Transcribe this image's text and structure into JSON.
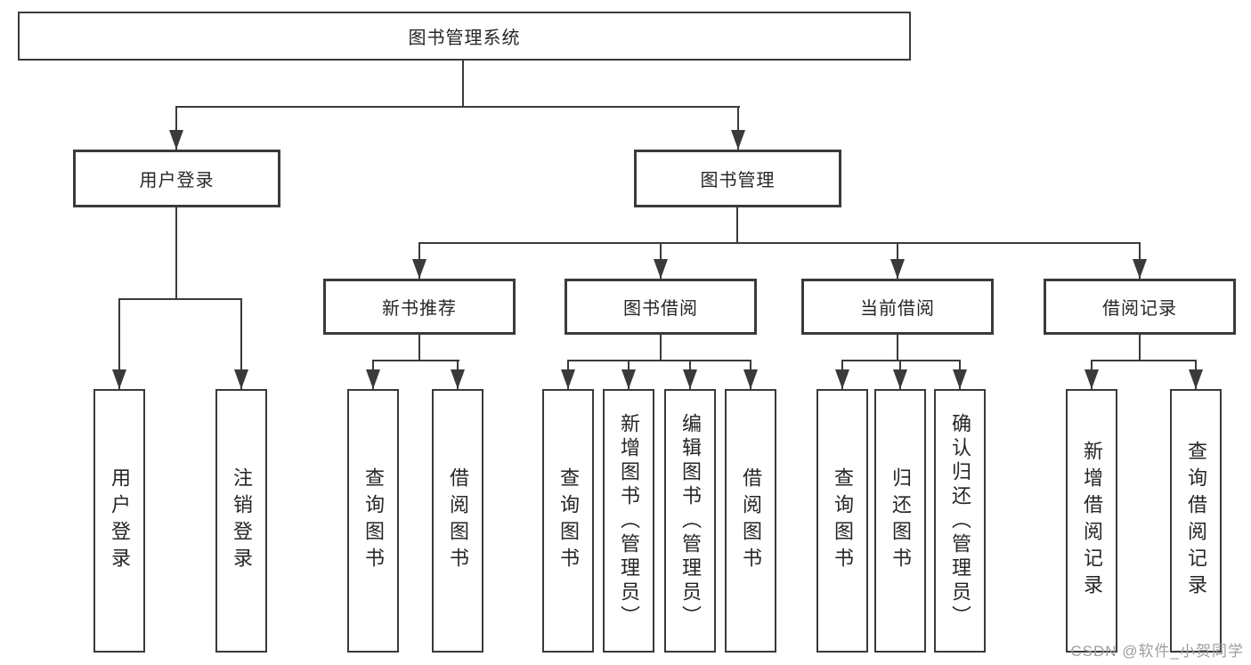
{
  "tree": {
    "root": "图书管理系统",
    "children": [
      {
        "label": "用户登录",
        "children": [
          "用户登录",
          "注销登录"
        ]
      },
      {
        "label": "图书管理",
        "children": [
          {
            "label": "新书推荐",
            "children": [
              "查询图书",
              "借阅图书"
            ]
          },
          {
            "label": "图书借阅",
            "children": [
              "查询图书",
              "新增图书（管理员）",
              "编辑图书（管理员）",
              "借阅图书"
            ]
          },
          {
            "label": "当前借阅",
            "children": [
              "查询图书",
              "归还图书",
              "确认归还（管理员）"
            ]
          },
          {
            "label": "借阅记录",
            "children": [
              "新增借阅记录",
              "查询借阅记录"
            ]
          }
        ]
      }
    ]
  },
  "watermark": {
    "text": "CSDN @软件_小贺同学"
  },
  "colors": {
    "line": "#3a3a3a",
    "text": "#262626",
    "watermark": "#9e9e9e",
    "background": "#ffffff"
  }
}
